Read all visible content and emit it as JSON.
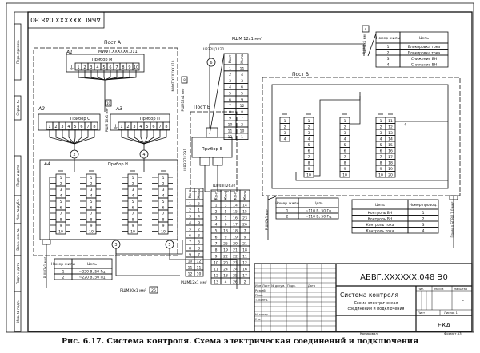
{
  "caption": "Рис. 6.17. Система контроля. Схема электрическая соединений и подключения",
  "stamp_code": "АБВГ.XXXXXX.048 Э0",
  "left_strip": [
    "Перв. примен.",
    "Справ. №",
    "Подп. и дата",
    "Инв. № дубл.",
    "Взам. инв. №",
    "Подп. и дата",
    "Инв. № подл."
  ],
  "posts": {
    "a": "Пост А",
    "b": "Пост Б",
    "v": "Пост В"
  },
  "units": {
    "a1": "A1",
    "a2": "A2",
    "a3": "A3",
    "a4": "A4",
    "pribor_m": "Прибор М",
    "pribor_s": "Прибор С",
    "pribor_p": "Прибор П",
    "pribor_n": "Прибор Н",
    "pribor_e": "Прибор Е",
    "mift_011": "МИФТ.XXXXXX.011",
    "mift_010": "МИФТ.XXXXXX.010"
  },
  "cables": {
    "rshm10": "РШМ 10х1 мм²",
    "rshm10_n": "10",
    "rshm12a": "РШМ12х1 мм²",
    "rshm12a_n": "8",
    "rshm12_top": "РШМ 12х1 мм²",
    "rshm4": "РШМ4х1 мм²",
    "rshm4_n": "4",
    "rshm2_left": "РШМ2х1 мм²",
    "rshm2_right": "РШМ2х1 мм²",
    "rshm12_bottom": "РШМ12х1 мм²",
    "rshm30": "РШМ30х1 мм²",
    "rshm30_n": "26",
    "bpvl": "Провод БПВЛ 1,0 мм²",
    "shr32c": "ШР32Ц12Э1",
    "shr32p": "ШР32П12Э1",
    "shr48": "ШР48П26Э2"
  },
  "circles": [
    "2",
    "3",
    "4",
    "5",
    "6"
  ],
  "terminals_m": [
    "1",
    "2",
    "3",
    "4",
    "5",
    "6",
    "7",
    "8",
    "9",
    "10"
  ],
  "terminals_8": [
    "1",
    "2",
    "3",
    "4",
    "5",
    "6",
    "7",
    "8"
  ],
  "table_shr32": {
    "headers": [
      "Конт",
      "Жила"
    ],
    "rows": [
      [
        "1",
        "11"
      ],
      [
        "2",
        "4"
      ],
      [
        "3",
        "3"
      ],
      [
        "4",
        "6"
      ],
      [
        "5",
        "5"
      ],
      [
        "6",
        "9"
      ],
      [
        "7",
        "12"
      ],
      [
        "8",
        "8"
      ],
      [
        "9",
        "7"
      ],
      [
        "10",
        "2"
      ],
      [
        "11",
        "10"
      ],
      [
        "12",
        "1"
      ]
    ]
  },
  "table_rshm12": {
    "headers": [
      "Конт",
      "Жила"
    ],
    "rows": [
      [
        "1",
        "5"
      ],
      [
        "2",
        "1"
      ],
      [
        "3",
        "4"
      ],
      [
        "4",
        "9"
      ],
      [
        "5",
        "2"
      ],
      [
        "6",
        "3"
      ],
      [
        "7",
        "6"
      ],
      [
        "8",
        "8"
      ],
      [
        "9",
        "7"
      ],
      [
        "10",
        "12"
      ],
      [
        "11",
        "11"
      ],
      [
        "12",
        "10"
      ]
    ]
  },
  "table_shr48": {
    "headers": [
      "Конт",
      "Жила",
      "Конт",
      "Жила"
    ],
    "rows": [
      [
        "1",
        "3",
        "14",
        "14"
      ],
      [
        "2",
        "5",
        "15",
        "15"
      ],
      [
        "3",
        "1",
        "16",
        "23"
      ],
      [
        "4",
        "6",
        "17",
        "26"
      ],
      [
        "5",
        "13",
        "18",
        "7"
      ],
      [
        "6",
        "9",
        "19",
        "9"
      ],
      [
        "7",
        "25",
        "20",
        "21"
      ],
      [
        "8",
        "19",
        "21",
        "18"
      ],
      [
        "9",
        "22",
        "22",
        "11"
      ],
      [
        "10",
        "20",
        "23",
        "12"
      ],
      [
        "11",
        "24",
        "24",
        "16"
      ],
      [
        "12",
        "18",
        "25",
        "17"
      ],
      [
        "13",
        "4",
        "26",
        "2"
      ]
    ]
  },
  "table_220": {
    "headers": [
      "Номер жилы",
      "Цепь"
    ],
    "rows": [
      [
        "1",
        "~220 В, 50 Гц"
      ],
      [
        "2",
        "~220 В, 50 Гц"
      ]
    ]
  },
  "table_110": {
    "headers": [
      "Номер жилы",
      "Цепь"
    ],
    "rows": [
      [
        "1",
        "~110 В, 50 Гц"
      ],
      [
        "2",
        "~110 В, 50 Гц"
      ]
    ]
  },
  "table_blok": {
    "headers": [
      "Номер жилы",
      "Цепь"
    ],
    "rows": [
      [
        "1",
        "Блокировка тока"
      ],
      [
        "2",
        "Блокировка тока"
      ],
      [
        "3",
        "Снижение ВН"
      ],
      [
        "4",
        "Снижение ВН"
      ]
    ]
  },
  "table_kontrol": {
    "headers": [
      "Цепь",
      "Номер провод."
    ],
    "rows": [
      [
        "Контроль ВН",
        "1"
      ],
      [
        "Контроль ВН",
        "2"
      ],
      [
        "Контроль тока",
        "3"
      ],
      [
        "Контроль тока",
        "4"
      ]
    ]
  },
  "title_block": {
    "code": "АБВГ.XXXXXX.048 Э0",
    "name": "Система контроля",
    "doc_type": "Схема электрическая соединений и подключения",
    "cols": [
      "Изм",
      "Лист",
      "№ докум.",
      "Подп.",
      "Дата"
    ],
    "roles": [
      "Разраб.",
      "Пров.",
      "Т. контр.",
      "",
      "Н. контр.",
      "Утв."
    ],
    "lit": "Лит.",
    "massa": "Масса",
    "masshtab": "Масштаб",
    "scale_value": "–",
    "sheet": "Лист",
    "sheets": "Листов 1",
    "org": "ЕКА",
    "copied": "Копировал",
    "format": "Формат А3"
  }
}
